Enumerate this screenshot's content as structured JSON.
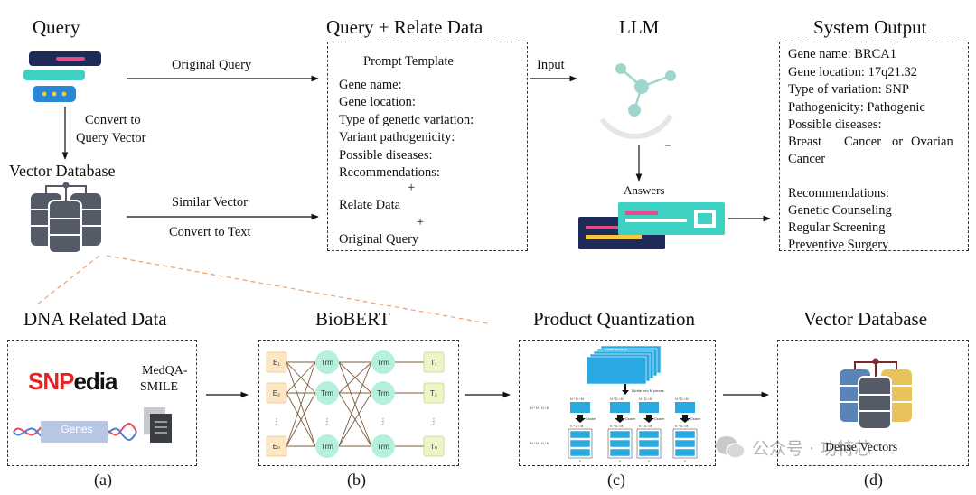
{
  "top": {
    "query_title": "Query",
    "relate_title": "Query + Relate Data",
    "llm_title": "LLM",
    "output_title": "System Output",
    "vector_db_title": "Vector Database",
    "original_query_label": "Original Query",
    "convert_label_1": "Convert to",
    "convert_label_2": "Query Vector",
    "similar_vector_label": "Similar Vector",
    "convert_text_label": "Convert to Text",
    "input_label": "Input",
    "answers_label": "Answers",
    "llm_mark": "–"
  },
  "prompt_box": {
    "heading": "Prompt Template",
    "lines": [
      "Gene name:",
      "Gene location:",
      "Type of genetic variation:",
      "Variant pathogenicity:",
      "Possible diseases:",
      "Recommendations:"
    ],
    "plus": "+",
    "relate": "Relate Data",
    "original": "Original Query"
  },
  "output_box": {
    "lines": [
      "Gene name: BRCA1",
      "Gene location: 17q21.32",
      "Type of variation: SNP",
      "Pathogenicity: Pathogenic",
      "Possible diseases:"
    ],
    "disease_a": "Breast",
    "disease_b": "Cancer",
    "disease_c": "or",
    "disease_d": "Ovarian",
    "disease_e": "Cancer",
    "rec_heading": "Recommendations:",
    "recs": [
      "Genetic Counseling",
      "Regular Screening",
      "Preventive Surgery"
    ]
  },
  "bottom": {
    "dna_title": "DNA Related Data",
    "biobert_title": "BioBERT",
    "pq_title": "Product Quantization",
    "vdb_title": "Vector Database",
    "snpedia_a": "SNP",
    "snpedia_b": "edia",
    "medqa": "MedQA-",
    "smile": "SMILE",
    "genes": "Genes",
    "dense_vectors": "Dense Vectors",
    "labels": [
      "(a)",
      "(b)",
      "(c)",
      "(d)"
    ],
    "watermark": "公众号 · 功特芯"
  },
  "biobert": {
    "inputs": [
      "E₁",
      "E₂",
      "Eₙ"
    ],
    "outputs": [
      "T₁",
      "T₂",
      "Tₙ"
    ],
    "trm": "Trm",
    "dots": "⋮"
  },
  "pq": {
    "dim_label": "Dimensions D",
    "divide_label": "Divide into M pieces",
    "n_d_m": "N * D / M",
    "cluster": "Cluster",
    "k_d_m": "K * D / M",
    "nn_d_m": "N * N * D / M",
    "k": "K"
  },
  "colors": {
    "snp_red": "#e8231f",
    "trm_green": "#b4f0dc",
    "input_orange": "#fde6c4",
    "output_green": "#eef4c6",
    "teal": "#3dd1c4",
    "llm_teal": "#9fd6cc",
    "navy": "#1e2b58",
    "pq_blue": "#28a9e2",
    "db_blue": "#5b83b5",
    "db_gold": "#e8c35b",
    "db_gray": "#555b66"
  }
}
